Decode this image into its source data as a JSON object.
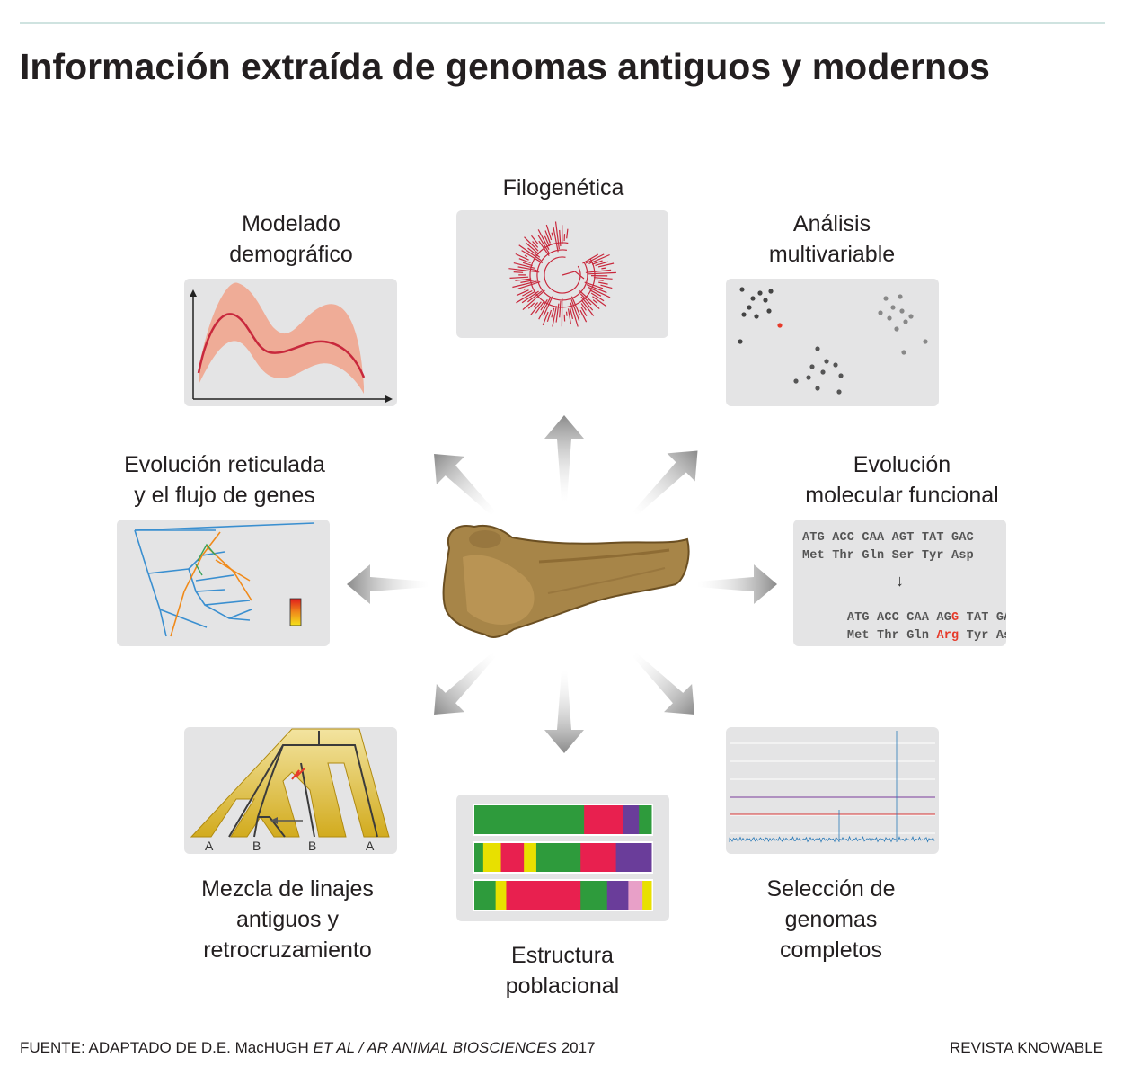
{
  "title": "Información extraída de genomas antiguos y modernos",
  "sections": {
    "filogenetica": {
      "lines": [
        "Filogenética"
      ]
    },
    "modelado": {
      "lines": [
        "Modelado",
        "demográfico"
      ]
    },
    "multivariable": {
      "lines": [
        "Análisis",
        "multivariable"
      ]
    },
    "reticulada": {
      "lines": [
        "Evolución reticulada",
        "y el flujo de genes"
      ]
    },
    "molecular": {
      "lines": [
        "Evolución",
        "molecular funcional"
      ]
    },
    "mezcla": {
      "lines": [
        "Mezcla de linajes",
        "antiguos y",
        "retrocruzamiento"
      ]
    },
    "estructura": {
      "lines": [
        "Estructura",
        "poblacional"
      ]
    },
    "seleccion": {
      "lines": [
        "Selección de",
        "genomas",
        "completos"
      ]
    }
  },
  "molecular_panel": {
    "row1": [
      "ATG",
      "ACC",
      "CAA",
      "AGT",
      "TAT",
      "GAC"
    ],
    "row2": [
      "Met",
      "Thr",
      "Gln",
      "Ser",
      "Tyr",
      "Asp"
    ],
    "arrow": "↓",
    "row3_prefix": "ATG ACC CAA AG",
    "row3_highlight": "G",
    "row3_suffix": " TAT GAC",
    "row4_prefix": "Met Thr Gln ",
    "row4_highlight": "Arg",
    "row4_suffix": " Tyr Asp"
  },
  "mezcla_panel": {
    "tip_labels": [
      "A",
      "B",
      "B",
      "A"
    ]
  },
  "footer": {
    "source_prefix": "FUENTE: ADAPTADO DE D.E. MacHUGH ",
    "source_italic": "ET AL / AR ANIMAL BIOSCIENCES",
    "source_year": " 2017",
    "credit": "REVISTA KNOWABLE"
  },
  "colors": {
    "accent_red": "#c8283c",
    "band_salmon": "#f0a58e",
    "panel_bg": "#e4e4e5",
    "highlight": "#e63a2a",
    "structure_green": "#2e9b3c",
    "structure_pink": "#e8204f",
    "structure_purple": "#6a3d9a",
    "structure_yellow": "#e8e000"
  },
  "icons": [
    "central-bone-image",
    "arrow-icon"
  ]
}
